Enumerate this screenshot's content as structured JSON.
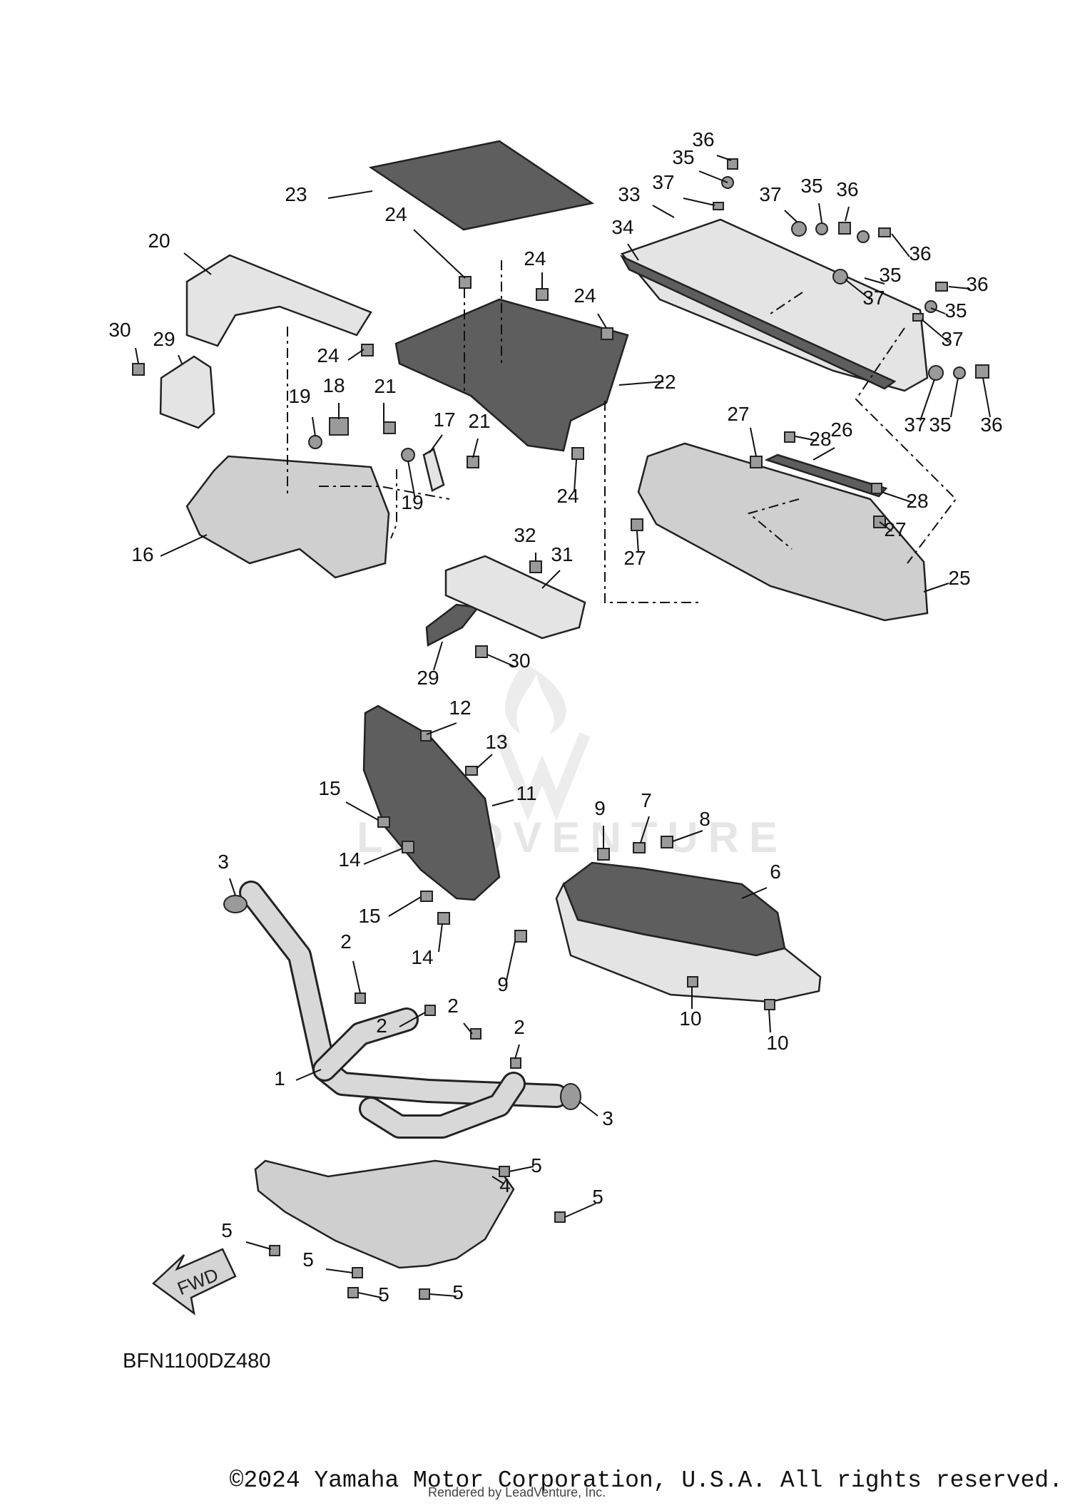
{
  "diagram": {
    "code": "BFN1100DZ480",
    "fwd_label": "FWD",
    "watermark": "LEADVENTURE",
    "copyright": "©2024 Yamaha Motor Corporation, U.S.A. All rights reserved.",
    "rendered_by": "Rendered by LeadVenture, Inc."
  },
  "callouts": [
    {
      "label": "1"
    },
    {
      "label": "2"
    },
    {
      "label": "2"
    },
    {
      "label": "2"
    },
    {
      "label": "2"
    },
    {
      "label": "3"
    },
    {
      "label": "3"
    },
    {
      "label": "4"
    },
    {
      "label": "5"
    },
    {
      "label": "5"
    },
    {
      "label": "5"
    },
    {
      "label": "5"
    },
    {
      "label": "5"
    },
    {
      "label": "5"
    },
    {
      "label": "6"
    },
    {
      "label": "7"
    },
    {
      "label": "8"
    },
    {
      "label": "9"
    },
    {
      "label": "9"
    },
    {
      "label": "10"
    },
    {
      "label": "10"
    },
    {
      "label": "11"
    },
    {
      "label": "12"
    },
    {
      "label": "13"
    },
    {
      "label": "14"
    },
    {
      "label": "14"
    },
    {
      "label": "15"
    },
    {
      "label": "15"
    },
    {
      "label": "16"
    },
    {
      "label": "17"
    },
    {
      "label": "18"
    },
    {
      "label": "19"
    },
    {
      "label": "19"
    },
    {
      "label": "20"
    },
    {
      "label": "21"
    },
    {
      "label": "21"
    },
    {
      "label": "22"
    },
    {
      "label": "23"
    },
    {
      "label": "24"
    },
    {
      "label": "24"
    },
    {
      "label": "24"
    },
    {
      "label": "24"
    },
    {
      "label": "24"
    },
    {
      "label": "25"
    },
    {
      "label": "26"
    },
    {
      "label": "27"
    },
    {
      "label": "27"
    },
    {
      "label": "27"
    },
    {
      "label": "28"
    },
    {
      "label": "28"
    },
    {
      "label": "29"
    },
    {
      "label": "29"
    },
    {
      "label": "30"
    },
    {
      "label": "30"
    },
    {
      "label": "31"
    },
    {
      "label": "32"
    },
    {
      "label": "33"
    },
    {
      "label": "34"
    },
    {
      "label": "35"
    },
    {
      "label": "35"
    },
    {
      "label": "35"
    },
    {
      "label": "35"
    },
    {
      "label": "35"
    },
    {
      "label": "36"
    },
    {
      "label": "36"
    },
    {
      "label": "36"
    },
    {
      "label": "36"
    },
    {
      "label": "36"
    },
    {
      "label": "37"
    },
    {
      "label": "37"
    },
    {
      "label": "37"
    },
    {
      "label": "37"
    },
    {
      "label": "37"
    }
  ]
}
